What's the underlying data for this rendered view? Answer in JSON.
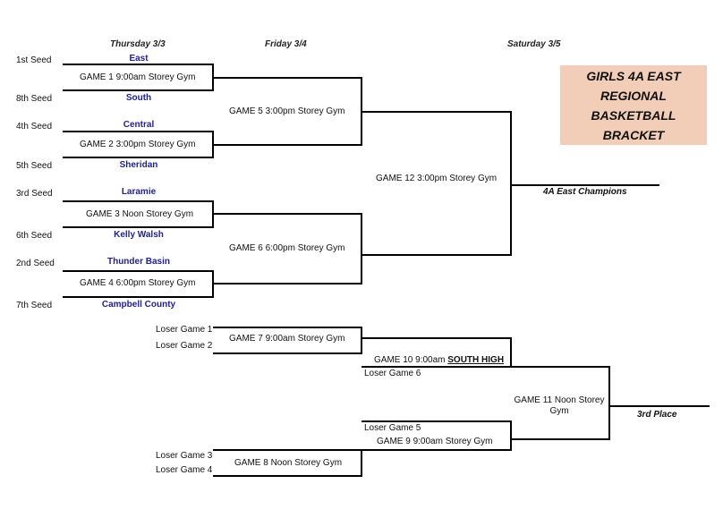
{
  "days": [
    "Thursday 3/3",
    "Friday 3/4",
    "Saturday 3/5"
  ],
  "title": [
    "GIRLS 4A EAST",
    "REGIONAL",
    "BASKETBALL",
    "BRACKET"
  ],
  "seeds": [
    {
      "seed": "1st Seed",
      "team": "East"
    },
    {
      "seed": "8th Seed",
      "team": "South"
    },
    {
      "seed": "4th Seed",
      "team": "Central"
    },
    {
      "seed": "5th Seed",
      "team": "Sheridan"
    },
    {
      "seed": "3rd Seed",
      "team": "Laramie"
    },
    {
      "seed": "6th Seed",
      "team": "Kelly Walsh"
    },
    {
      "seed": "2nd Seed",
      "team": "Thunder Basin"
    },
    {
      "seed": "7th Seed",
      "team": "Campbell County"
    }
  ],
  "games": {
    "g1": "GAME 1 9:00am Storey Gym",
    "g2": "GAME 2 3:00pm Storey Gym",
    "g3": "GAME 3 Noon Storey Gym",
    "g4": "GAME 4 6:00pm Storey Gym",
    "g5": "GAME 5 3:00pm Storey Gym",
    "g6": "GAME 6 6:00pm Storey Gym",
    "g12": "GAME 12 3:00pm Storey Gym",
    "g7": "GAME 7 9:00am Storey Gym",
    "g8": "GAME 8 Noon Storey Gym",
    "g10_prefix": "GAME 10 9:00am",
    "g10_venue": "SOUTH HIGH",
    "g9": "GAME 9 9:00am Storey Gym",
    "g11_line1": "GAME 11 Noon Storey",
    "g11_line2": "Gym"
  },
  "losers": {
    "lg1": "Loser Game 1",
    "lg2": "Loser Game 2",
    "lg3": "Loser Game 3",
    "lg4": "Loser Game 4",
    "lg5": "Loser Game 5",
    "lg6": "Loser Game 6"
  },
  "results": {
    "champions": "4A East Champions",
    "third": "3rd Place"
  },
  "colors": {
    "team_text": "#1f1f8f",
    "title_bg": "#f2cdb8",
    "line": "#000000"
  }
}
